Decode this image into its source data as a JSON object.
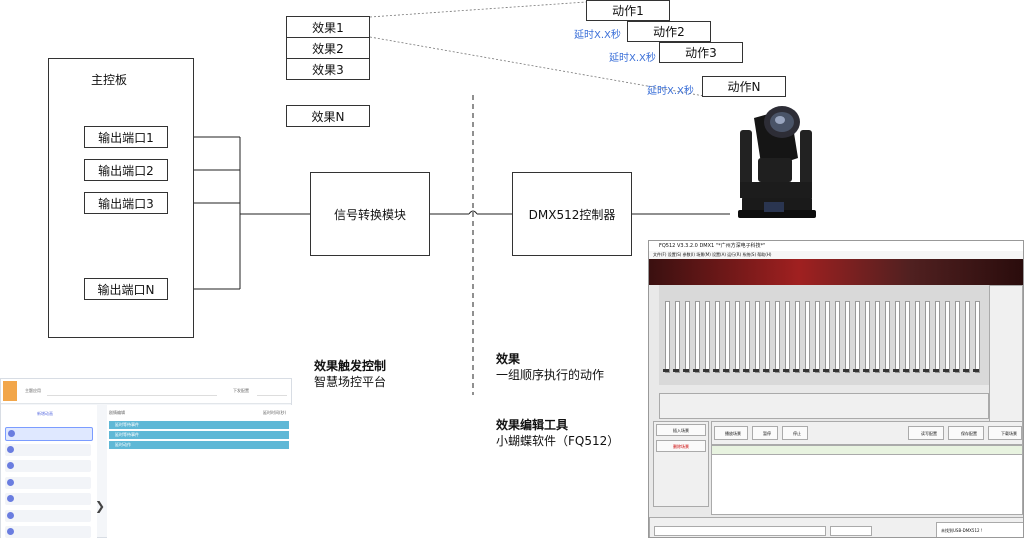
{
  "main_board": {
    "title": "主控板"
  },
  "ports": [
    "输出端口1",
    "输出端口2",
    "输出端口3",
    "输出端口N"
  ],
  "effects": [
    "效果1",
    "效果2",
    "效果3",
    "效果N"
  ],
  "actions": [
    "动作1",
    "动作2",
    "动作3",
    "动作N"
  ],
  "delay_label": "延时X.X秒",
  "signal_module": "信号转换模块",
  "dmx_controller": "DMX512控制器",
  "captions": {
    "effect_trigger_title": "效果触发控制",
    "effect_trigger_sub": "智慧场控平台",
    "effect_title": "效果",
    "effect_sub": "一组顺序执行的动作",
    "tool_title": "效果编辑工具",
    "tool_sub": "小蝴蝶软件（FQ512）"
  },
  "left_shot": {
    "theme_label": "主题应用",
    "top_right_label": "下发配置",
    "section_label": "新增动画",
    "list_header": "剧情编辑",
    "delay_header": "延时时间(秒)",
    "rows": [
      "延时等待事件",
      "延时等待事件",
      "延时动作"
    ],
    "nav_arrow": "❯"
  },
  "right_shot": {
    "title": "FQ512 V3.3.2.0      DMX1 \"*广州方深电子科技*\"",
    "menu": "文件(F)  设置(S)  参数(I)  场景(M)  设置(A)  运行(R)  系统(S)  帮助(H)",
    "buttons": [
      "插入场景",
      "删除场景",
      "播放场景",
      "暂停",
      "停止",
      "读写配置",
      "保存配置",
      "下载场景"
    ],
    "status": "未找到USB-DMX512 !"
  },
  "colors": {
    "delay_blue": "#3a6fd8",
    "row_teal": "#5fb8d6",
    "banner_red": "#a02020"
  }
}
